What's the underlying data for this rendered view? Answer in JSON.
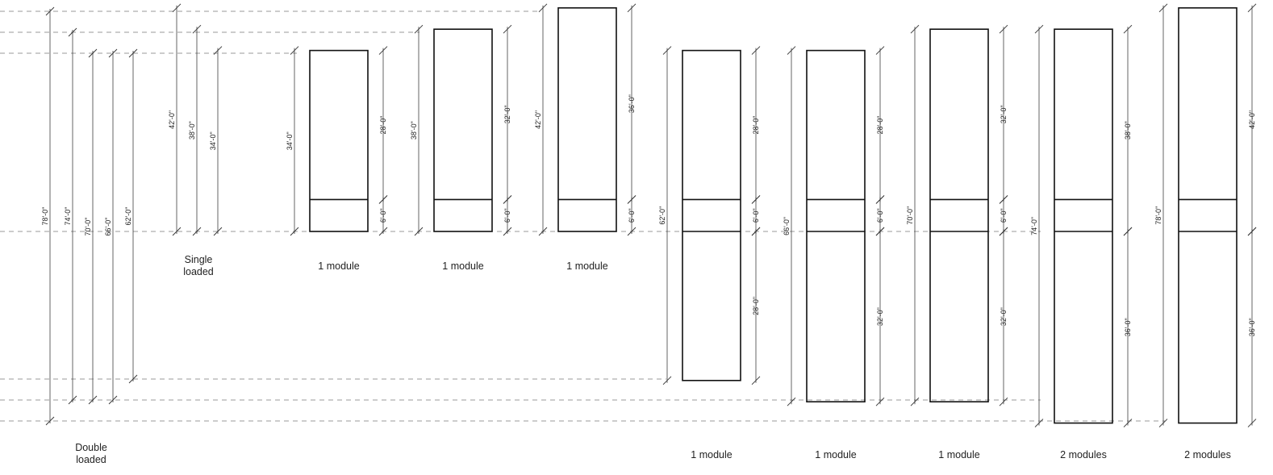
{
  "captions": {
    "single_loaded": [
      "Single",
      "loaded"
    ],
    "double_loaded": [
      "Double",
      "loaded"
    ]
  },
  "left_dimensions": {
    "single_loaded": [
      "42'-0\"",
      "38'-0\"",
      "34'-0\""
    ],
    "double_loaded": [
      "78'-0\"",
      "74'-0\"",
      "70'-0\"",
      "66'-0\"",
      "62'-0\""
    ]
  },
  "modules": [
    {
      "caption": "1 module",
      "total": "34'-0\"",
      "segments": [
        "28'-0\"",
        "6'-0\""
      ]
    },
    {
      "caption": "1 module",
      "total": "38'-0\"",
      "segments": [
        "32'-0\"",
        "6'-0\""
      ]
    },
    {
      "caption": "1 module",
      "total": "42'-0\"",
      "segments": [
        "36'-0\"",
        "6'-0\""
      ]
    },
    {
      "caption": "1 module",
      "total": "62'-0\"",
      "segments": [
        "28'-0\"",
        "6'-0\"",
        "28'-0\""
      ]
    },
    {
      "caption": "1 module",
      "total": "66'-0\"",
      "segments": [
        "28'-0\"",
        "6'-0\"",
        "32'-0\""
      ]
    },
    {
      "caption": "1 module",
      "total": "70'-0\"",
      "segments": [
        "32'-0\"",
        "6'-0\"",
        "32'-0\""
      ]
    },
    {
      "caption": "2 modules",
      "total": "74'-0\"",
      "segments": [
        "38'-0\"",
        "36'-0\""
      ]
    },
    {
      "caption": "2 modules",
      "total": "78'-0\"",
      "segments": [
        "42'-0\"",
        "36'-0\""
      ]
    }
  ]
}
